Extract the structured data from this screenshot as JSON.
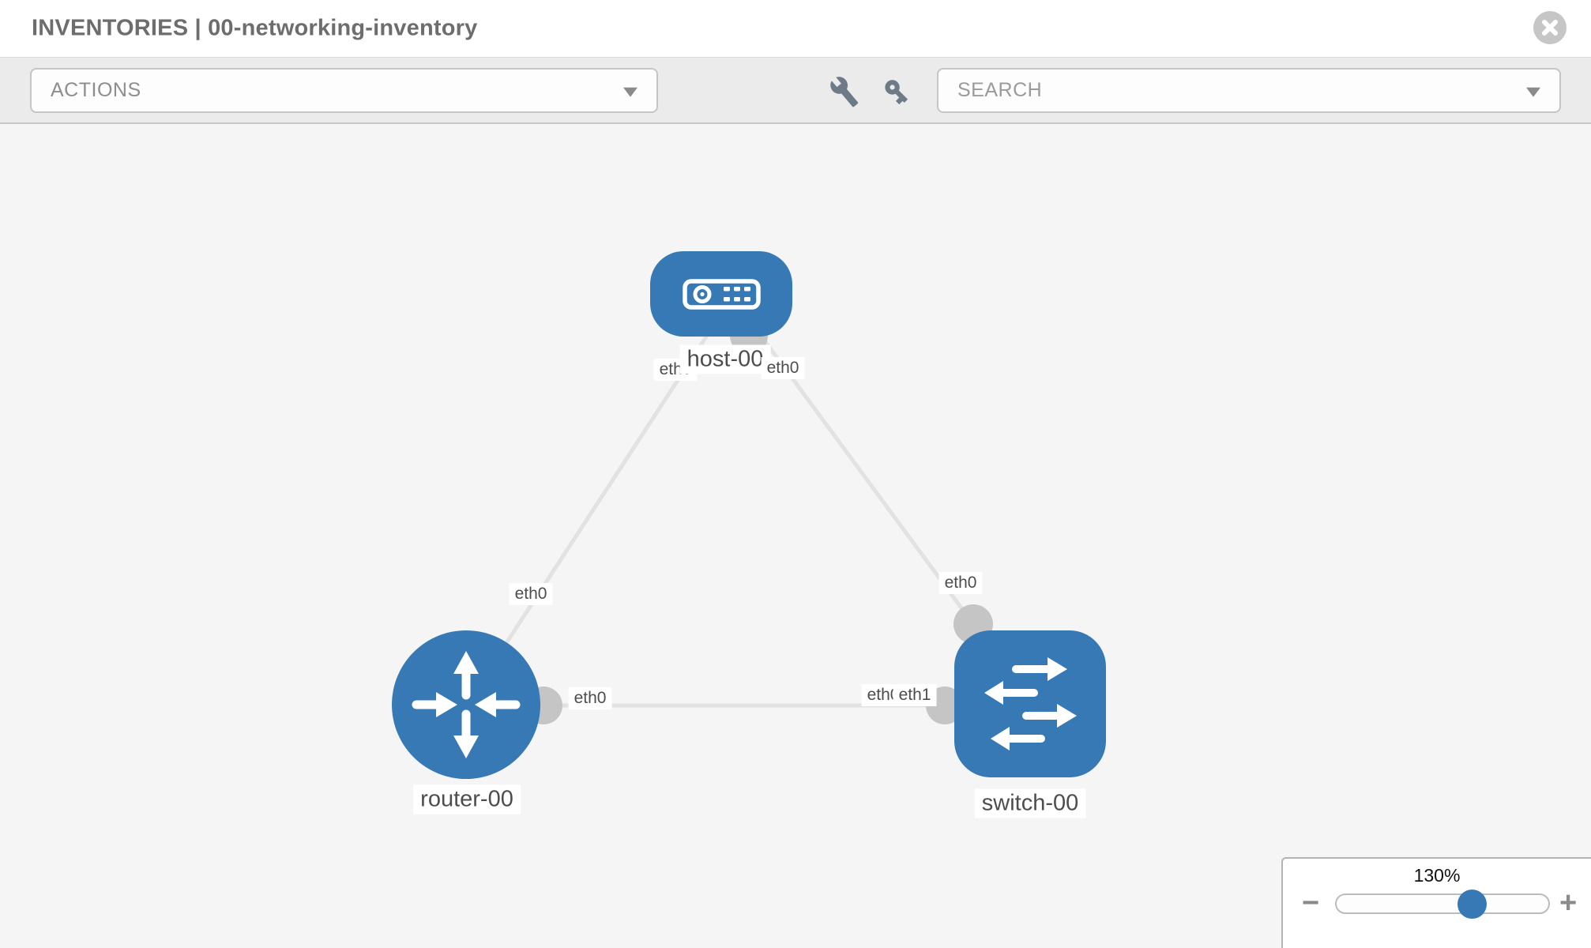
{
  "header": {
    "title": "INVENTORIES | 00-networking-inventory"
  },
  "toolbar": {
    "actions_label": "ACTIONS",
    "search_label": "SEARCH",
    "icons": [
      "wrench-icon",
      "key-icon"
    ]
  },
  "topology": {
    "nodes": [
      {
        "id": "host-00",
        "label": "host-00",
        "type": "host",
        "icon": "host-icon"
      },
      {
        "id": "router-00",
        "label": "router-00",
        "type": "router",
        "icon": "router-icon"
      },
      {
        "id": "switch-00",
        "label": "switch-00",
        "type": "switch",
        "icon": "switch-icon"
      }
    ],
    "links": [
      {
        "from": "host-00",
        "from_interface": "eth0",
        "to": "router-00",
        "to_interface": "eth0"
      },
      {
        "from": "host-00",
        "from_interface": "eth0",
        "to": "switch-00",
        "to_interface": "eth0"
      },
      {
        "from": "router-00",
        "from_interface": "eth0",
        "to": "switch-00",
        "to_interface": "eth1"
      }
    ],
    "overlapped_interface_label": "eth0"
  },
  "zoom_control": {
    "level": "130%",
    "percent": 130,
    "minus_label": "−",
    "plus_label": "+"
  },
  "colors": {
    "node_blue": "#3779b5",
    "interface_gray": "#c5c5c5",
    "link_gray": "#e2e2e2",
    "canvas_bg": "#f5f5f5",
    "toolbar_bg": "#ebebeb",
    "title_gray": "#6d6d6d"
  }
}
